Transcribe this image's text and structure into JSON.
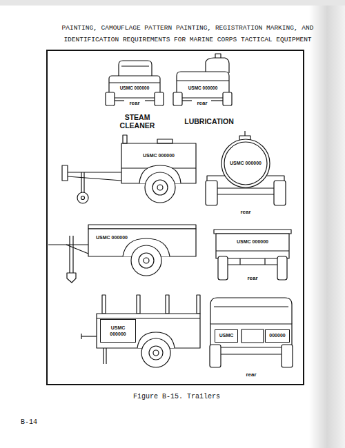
{
  "diagram": {
    "title": "PAINTING, CAMOUFLAGE PATTERN PAINTING, REGISTRATION MARKING, AND IDENTIFICATION REQUIREMENTS FOR MARINE CORPS TACTICAL EQUIPMENT",
    "caption": "Figure B-15. Trailers",
    "nodes": [
      {
        "text": [
          "USMC 000000"
        ]
      },
      {
        "text": [
          "USMC"
        ]
      },
      {
        "text": [
          "000000"
        ]
      }
    ],
    "labels": [
      "USMC 000000",
      "rear",
      "USMC 000000",
      "rear",
      "STEAM CLEANER",
      "LUBRICATION",
      "USMC 000000",
      "USMC 000000",
      "rear",
      "USMC 000000",
      "USMC 000000",
      "rear",
      "rear",
      "B-14"
    ]
  }
}
